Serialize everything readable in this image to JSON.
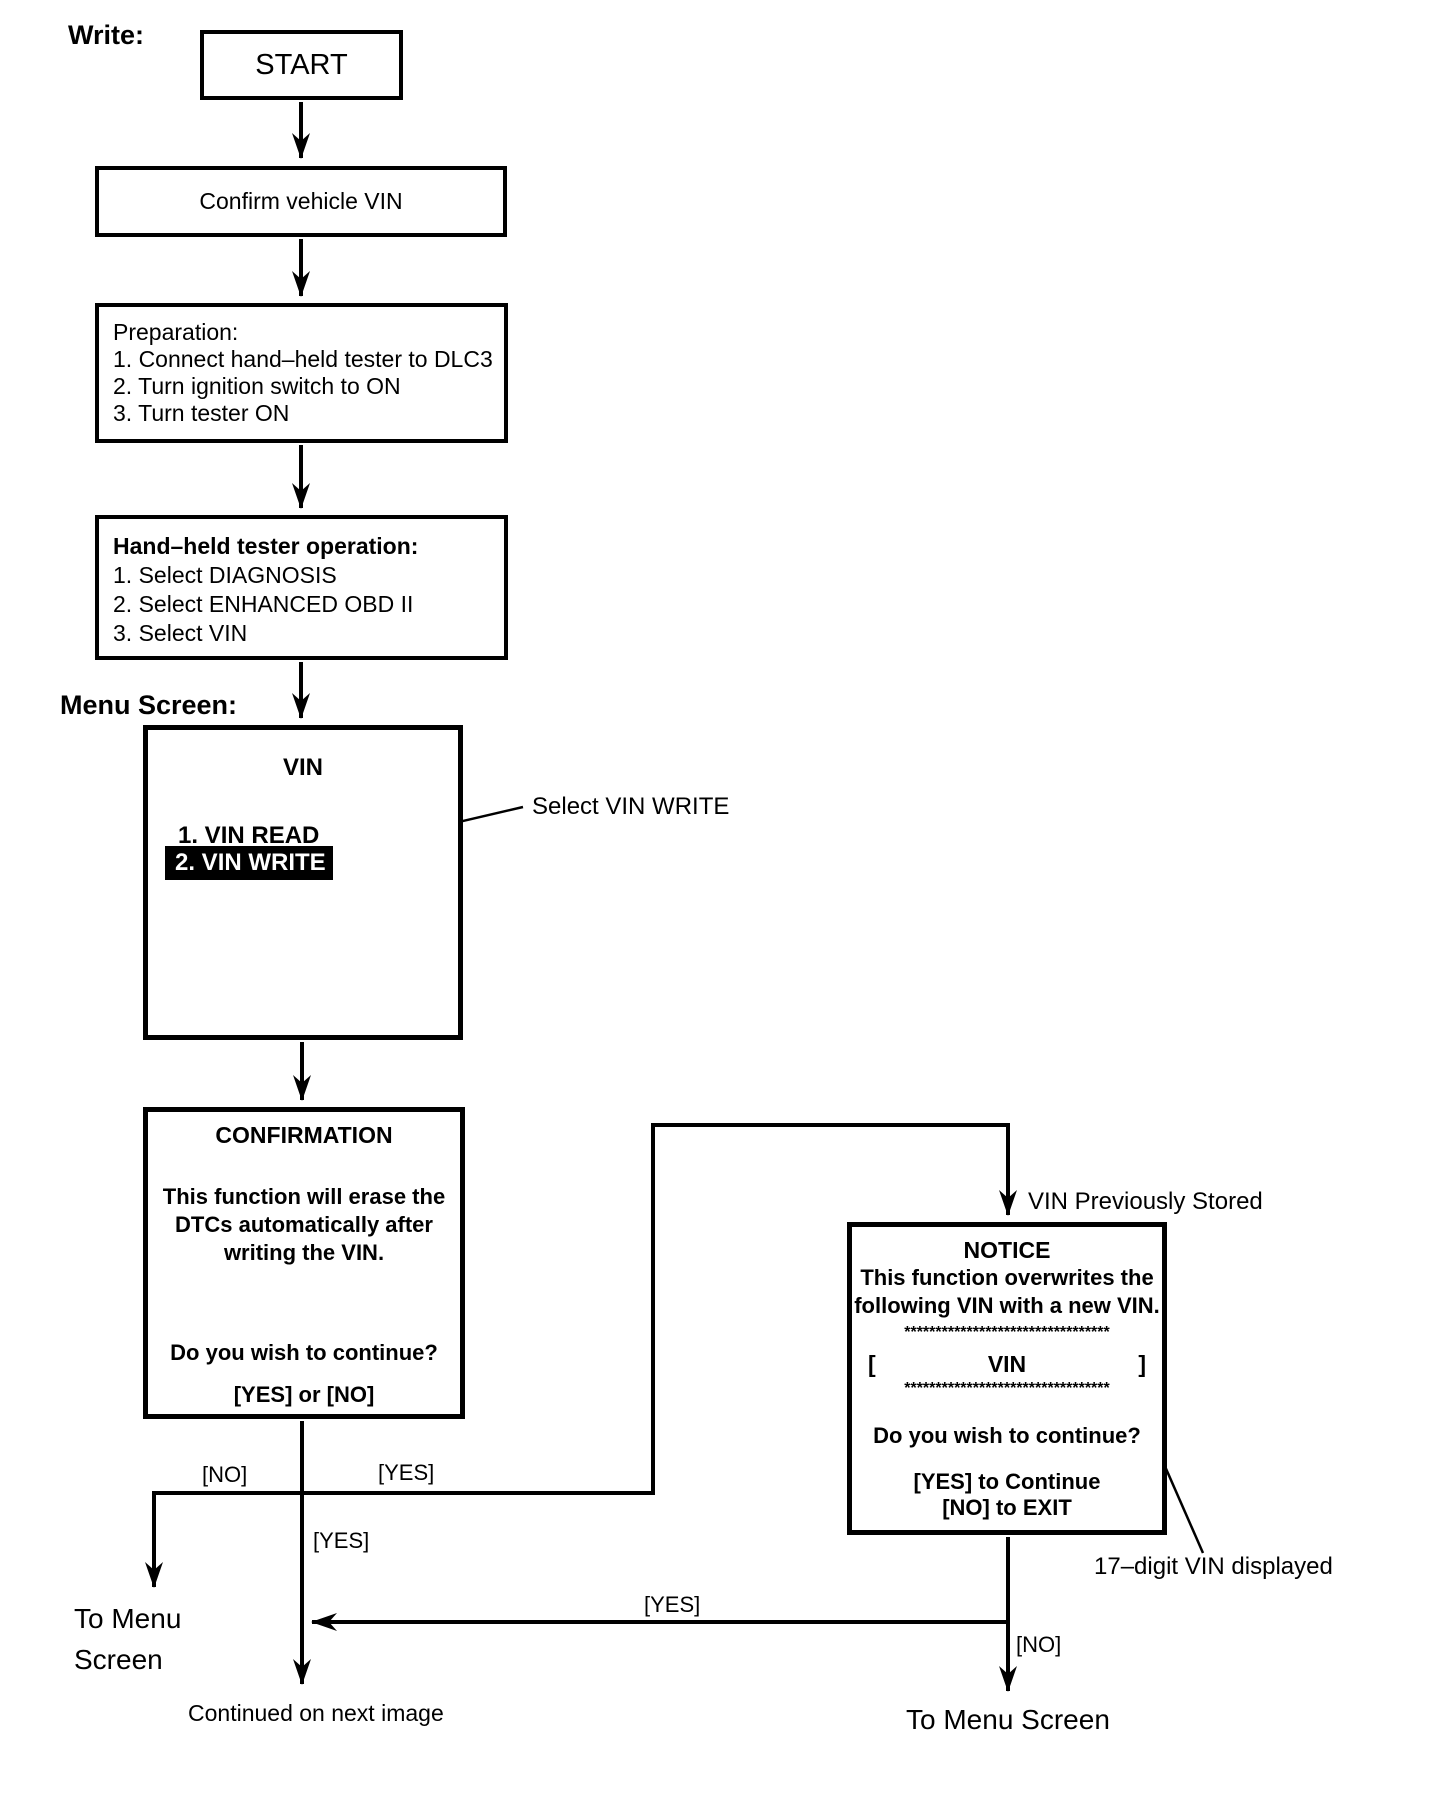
{
  "page": {
    "write_label": "Write:",
    "menu_screen_label": "Menu Screen:"
  },
  "colors": {
    "ink": "#000000",
    "paper": "#ffffff",
    "highlight_bg": "#000000",
    "highlight_text": "#ffffff"
  },
  "nodes": {
    "start": {
      "label": "START"
    },
    "confirm": {
      "label": "Confirm vehicle VIN"
    },
    "preparation": {
      "title": "Preparation:",
      "items": [
        "1. Connect hand–held tester to DLC3",
        "2. Turn ignition switch to ON",
        "3. Turn tester ON"
      ]
    },
    "tester_operation": {
      "title": "Hand–held tester operation:",
      "items": [
        "1. Select DIAGNOSIS",
        "2. Select ENHANCED OBD II",
        "3. Select VIN"
      ]
    },
    "vin_menu": {
      "title": "VIN",
      "read_item": "1. VIN READ",
      "write_item": "2. VIN WRITE"
    },
    "confirmation": {
      "title": "CONFIRMATION",
      "body": [
        "This function will erase the",
        "DTCs automatically after",
        "writing the VIN."
      ],
      "question": "Do you wish to continue?",
      "options": "[YES] or [NO]"
    },
    "notice": {
      "title": "NOTICE",
      "body": [
        "This function overwrites the",
        "following VIN with a new VIN."
      ],
      "stars": "*********************************",
      "vin_open": "[",
      "vin_label": "VIN",
      "vin_close": "]",
      "question": "Do you wish to continue?",
      "yes_option": "[YES] to Continue",
      "no_option": "[NO] to EXIT"
    }
  },
  "annotations": {
    "select_vin_write": "Select VIN WRITE",
    "vin_previously_stored": "VIN Previously Stored",
    "vin_digits_note": "17–digit VIN displayed"
  },
  "edge_labels": {
    "confirmation_no": "[NO]",
    "confirmation_yes": "[YES]",
    "continue_yes": "[YES]",
    "notice_return_yes": "[YES]",
    "notice_no": "[NO]"
  },
  "destinations": {
    "to_menu_left_line1": "To Menu",
    "to_menu_left_line2": "Screen",
    "to_menu_right": "To Menu Screen",
    "continued": "Continued on next image"
  }
}
